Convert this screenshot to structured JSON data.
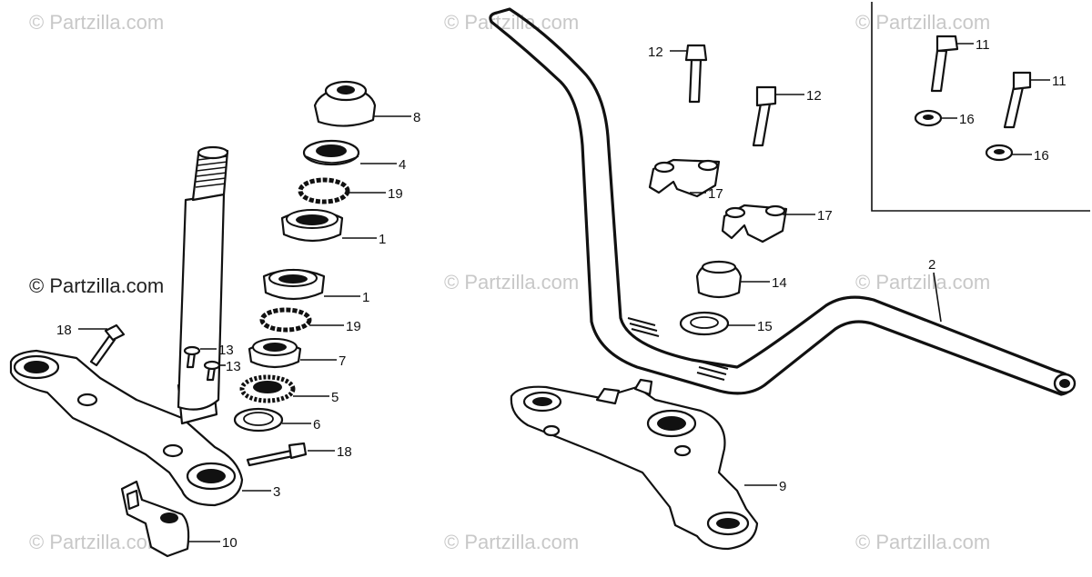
{
  "watermark": {
    "text": "© Partzilla.com",
    "short_text": "© Partzilla.com"
  },
  "callouts": {
    "c1_upper": "1",
    "c1_lower": "1",
    "c2": "2",
    "c3": "3",
    "c4": "4",
    "c5": "5",
    "c6": "6",
    "c7": "7",
    "c8": "8",
    "c9": "9",
    "c10": "10",
    "c11_a": "11",
    "c11_b": "11",
    "c12_a": "12",
    "c12_b": "12",
    "c13_a": "13",
    "c13_b": "13",
    "c14": "14",
    "c15": "15",
    "c16_a": "16",
    "c16_b": "16",
    "c17_a": "17",
    "c17_b": "17",
    "c18_a": "18",
    "c18_b": "18",
    "c19_a": "19",
    "c19_b": "19"
  }
}
